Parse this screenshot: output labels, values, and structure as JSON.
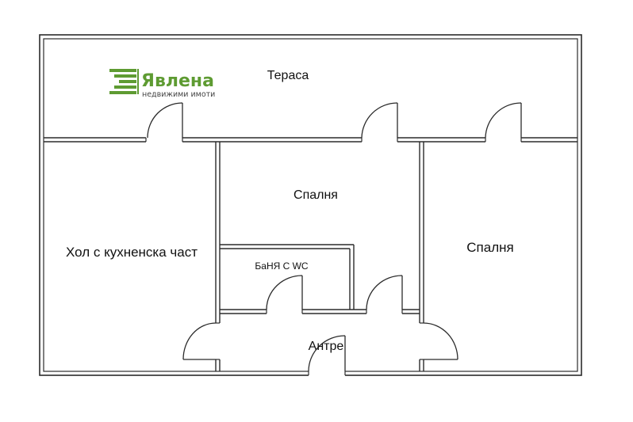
{
  "logo": {
    "brand": "Явлена",
    "tagline": "недвижими имоти",
    "color": "#5e9b32"
  },
  "rooms": {
    "terrace": "Тераса",
    "living": "Хол с кухненска част",
    "bedroom_middle": "Спалня",
    "bedroom_right": "Спалня",
    "bathroom": "БаНЯ С WC",
    "hallway": "Антре"
  },
  "colors": {
    "wall": "#2b2b2b",
    "background": "#ffffff"
  }
}
